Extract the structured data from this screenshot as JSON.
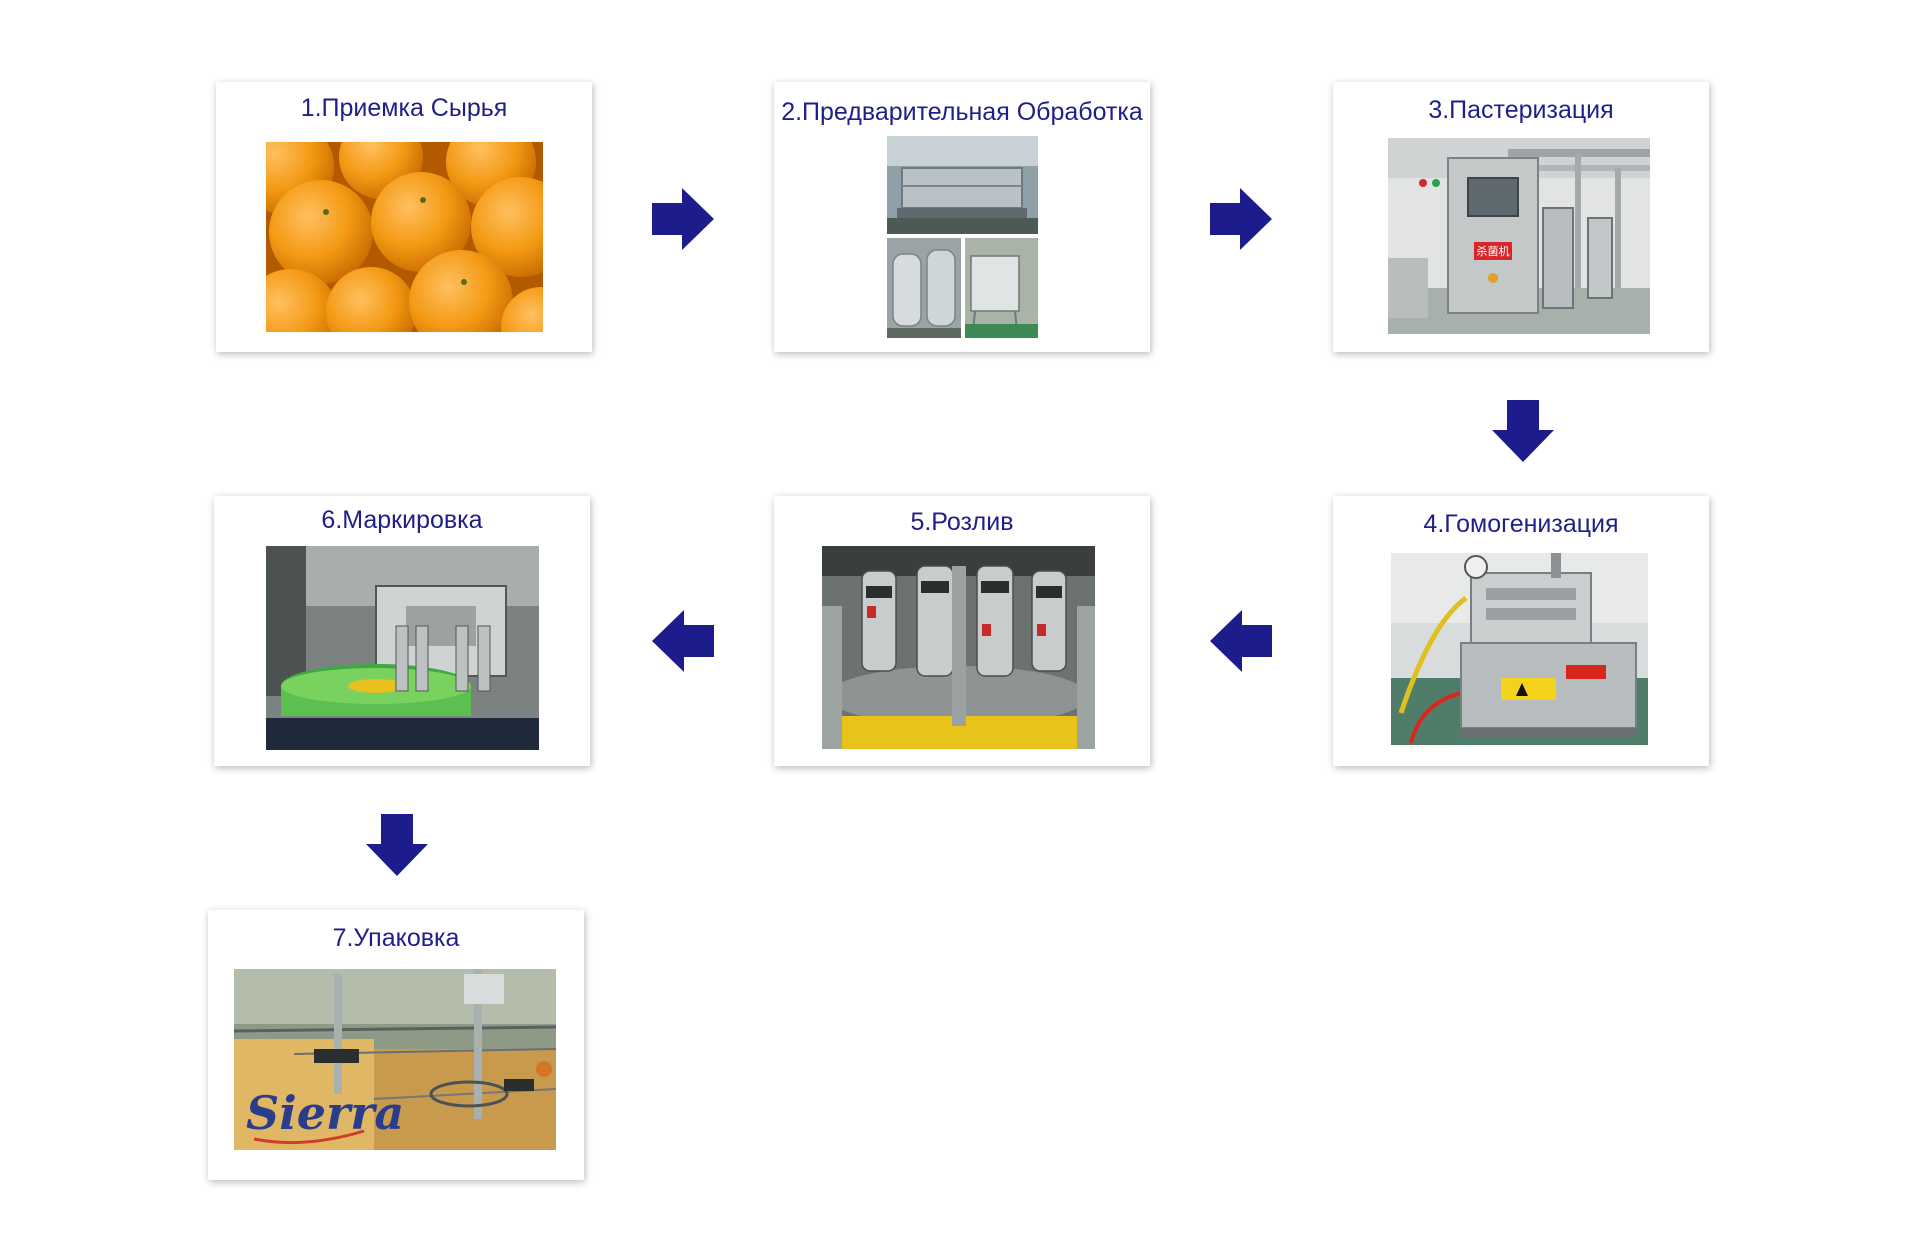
{
  "accent_color": "#1c1c8c",
  "steps": [
    {
      "title": "1.Приемка Сырья",
      "image": "oranges-photo"
    },
    {
      "title": "2.Предварительная Обработка",
      "image": "pretreatment-equipment-photo"
    },
    {
      "title": "3.Пастеризация",
      "image": "pasteurizer-photo"
    },
    {
      "title": "4.Гомогенизация",
      "image": "homogenizer-photo"
    },
    {
      "title": "5.Розлив",
      "image": "filling-machine-photo"
    },
    {
      "title": "6.Маркировка",
      "image": "labeling-machine-photo"
    },
    {
      "title": "7.Упаковка",
      "image": "packaging-photo"
    }
  ],
  "photo_texts": {
    "pasteurizer_label": "杀菌机",
    "packaging_brand": "Sierra"
  }
}
